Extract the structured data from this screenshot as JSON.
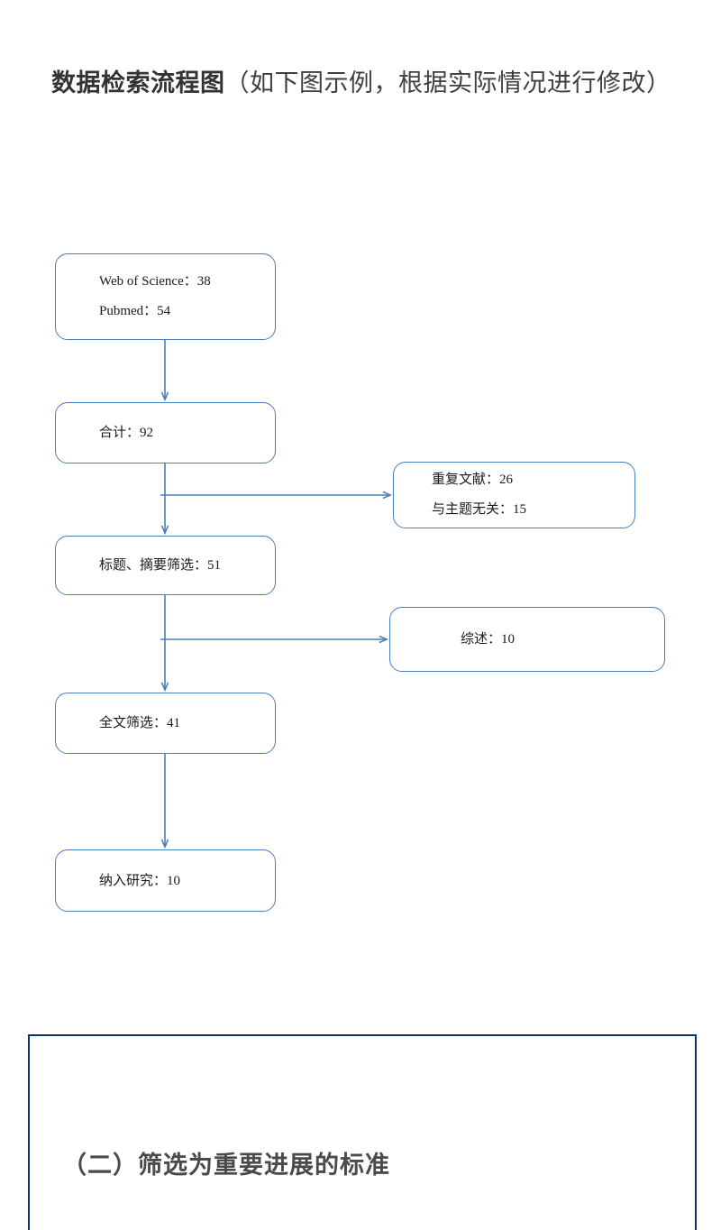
{
  "heading": {
    "bold_part": "数据检索流程图",
    "rest_part": "（如下图示例，根据实际情况进行修改）"
  },
  "flowchart": {
    "accent_color": "#4a7ebb",
    "nodes": {
      "sources": {
        "line1": "Web of Science：38",
        "line2": "Pubmed：54"
      },
      "total": {
        "line1": "合计：92"
      },
      "title_abstract": {
        "line1": "标题、摘要筛选：51"
      },
      "full_text": {
        "line1": "全文筛选：41"
      },
      "included": {
        "line1": "纳入研究：10"
      },
      "excluded_duplicates": {
        "line1": "重复文献：26",
        "line2": "与主题无关：15"
      },
      "excluded_reviews": {
        "line1": "综述：10"
      }
    }
  },
  "section": {
    "frame_color": "#0d3268",
    "heading": "（二）筛选为重要进展的标准"
  }
}
